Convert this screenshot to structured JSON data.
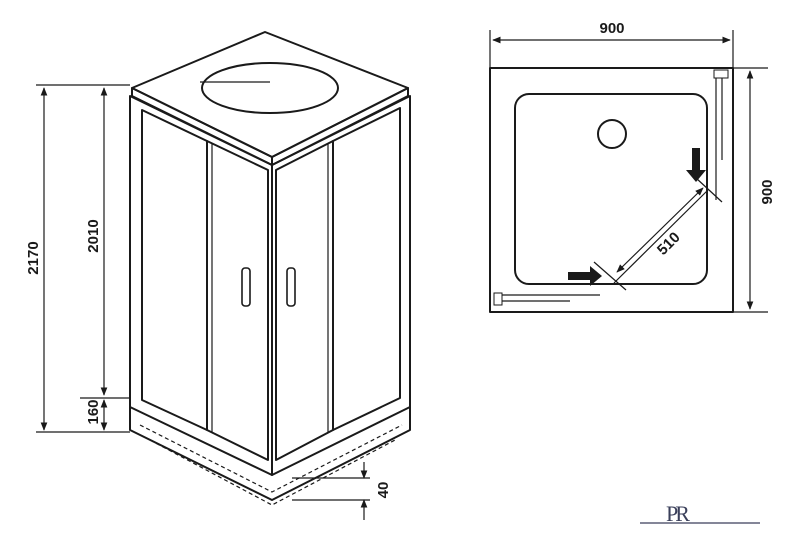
{
  "colors": {
    "glass": "#d2e0ea",
    "line": "#1a1a1a",
    "logo": "#3a3f5a"
  },
  "front_view": {
    "total_height_label": "2170",
    "cabin_height_label": "2010",
    "tray_height_label": "160",
    "tray_step_label": "40"
  },
  "top_view": {
    "width_label": "900",
    "depth_label": "900",
    "door_opening_label": "510"
  },
  "logo": {
    "text": "PR"
  }
}
